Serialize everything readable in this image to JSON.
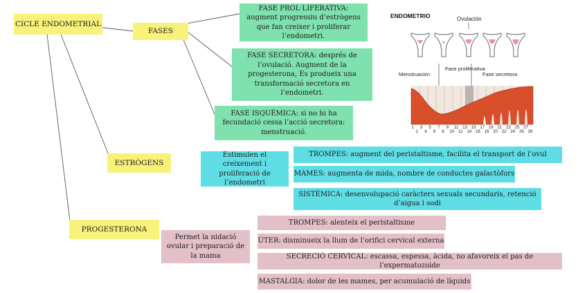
{
  "colors": {
    "yellow": "#f8f27b",
    "green": "#7fe1ae",
    "cyan": "#5fdde5",
    "pink": "#e3bfc8",
    "endometrium": "#d94f2b"
  },
  "root": {
    "label": "CICLE ENDOMETRIAL"
  },
  "fases": {
    "label": "FASES",
    "items": [
      {
        "text": "FASE PROL·LIFERATIVA: augment progressiu d’estrògens que fan creixer i proliferar l’endometri."
      },
      {
        "text": "FASE SECRETORA: després de l’ovulació. Augment de la progesterona, Es produeix una transformació secretora en l’endometri."
      },
      {
        "text": "FASE ISQUÈMICA: si no hi ha fecundació cessa l’acció secretora: menstruació."
      }
    ]
  },
  "estrogens": {
    "label": "ESTRÒGENS",
    "summary": "Estimulen el creixement i proliferació de l’endometri",
    "effects": [
      {
        "text": "TROMPES: augment del peristaltisme, facilita el transport de l’ovul"
      },
      {
        "text": "MAMES: augmenta de mida, nombre de conductes galactòfors"
      },
      {
        "text": "SISTÈMICA: desenvolupació caràcters sexuals secundaris, retenció d’aigua i sodi"
      }
    ]
  },
  "progesterona": {
    "label": "PROGESTERONA",
    "summary": "Permet la nidació ovular i preparació de la mama",
    "effects": [
      {
        "text": "TROMPES: alenteix el peristaltisme"
      },
      {
        "text": "ÚTER: disminueix la llum de l’orifici cervical externa"
      },
      {
        "text": "SECRECIÓ CERVICAL: escassa, espessa, àcida, no afavoreix el pas de l’expermatozoide"
      },
      {
        "text": "MASTALGIA: dolor de les mames, per acumulació de líquids"
      }
    ]
  },
  "figure": {
    "title": "ENDOMETRIO",
    "ovulation_label": "Ovulación",
    "phase_labels": [
      "Menstruación",
      "Fase proliferativa",
      "Fase secretora"
    ],
    "day_ticks": [
      "1",
      "2",
      "3",
      "4",
      "5",
      "6",
      "7",
      "8",
      "9",
      "10",
      "11",
      "12",
      "13",
      "14",
      "15",
      "16",
      "17",
      "18",
      "19",
      "20",
      "21",
      "22",
      "23",
      "24",
      "25",
      "26",
      "27",
      "28"
    ]
  }
}
